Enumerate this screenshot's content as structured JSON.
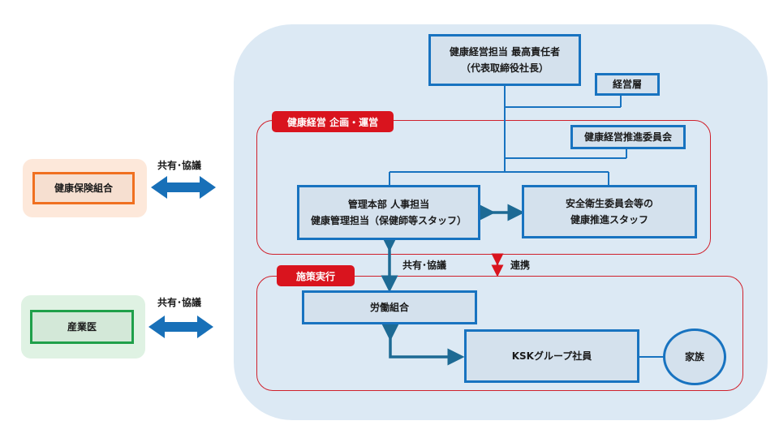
{
  "diagram": {
    "top_box": {
      "line1": "健康経営担当 最高責任者",
      "line2": "（代表取締役社長）"
    },
    "management_layer": "経営層",
    "section_planning": {
      "tag": "健康経営 企画・運営"
    },
    "promotion_committee": "健康経営推進委員会",
    "hr_box": {
      "line1": "管理本部 人事担当",
      "line2": "健康管理担当（保健師等スタッフ）"
    },
    "safety_box": {
      "line1": "安全衛生委員会等の",
      "line2": "健康推進スタッフ"
    },
    "section_execution": {
      "tag": "施策実行"
    },
    "labor_union": "労働組合",
    "employees": "KSKグループ社員",
    "family": "家族",
    "label_share_discuss_center": "共有･協議",
    "label_cooperation": "連携",
    "left_entities": [
      {
        "name": "健康保険組合",
        "arrow_label": "共有･協議",
        "accent": "#f07020",
        "bg": "#fde8da"
      },
      {
        "name": "産業医",
        "arrow_label": "共有･協議",
        "accent": "#1fa04a",
        "bg": "#dff2e3"
      }
    ],
    "colors": {
      "box_border": "#1873c0",
      "section_red": "#d9141e",
      "arrow_blue": "#1870b8",
      "arrow_dark": "#1d6a94"
    }
  }
}
